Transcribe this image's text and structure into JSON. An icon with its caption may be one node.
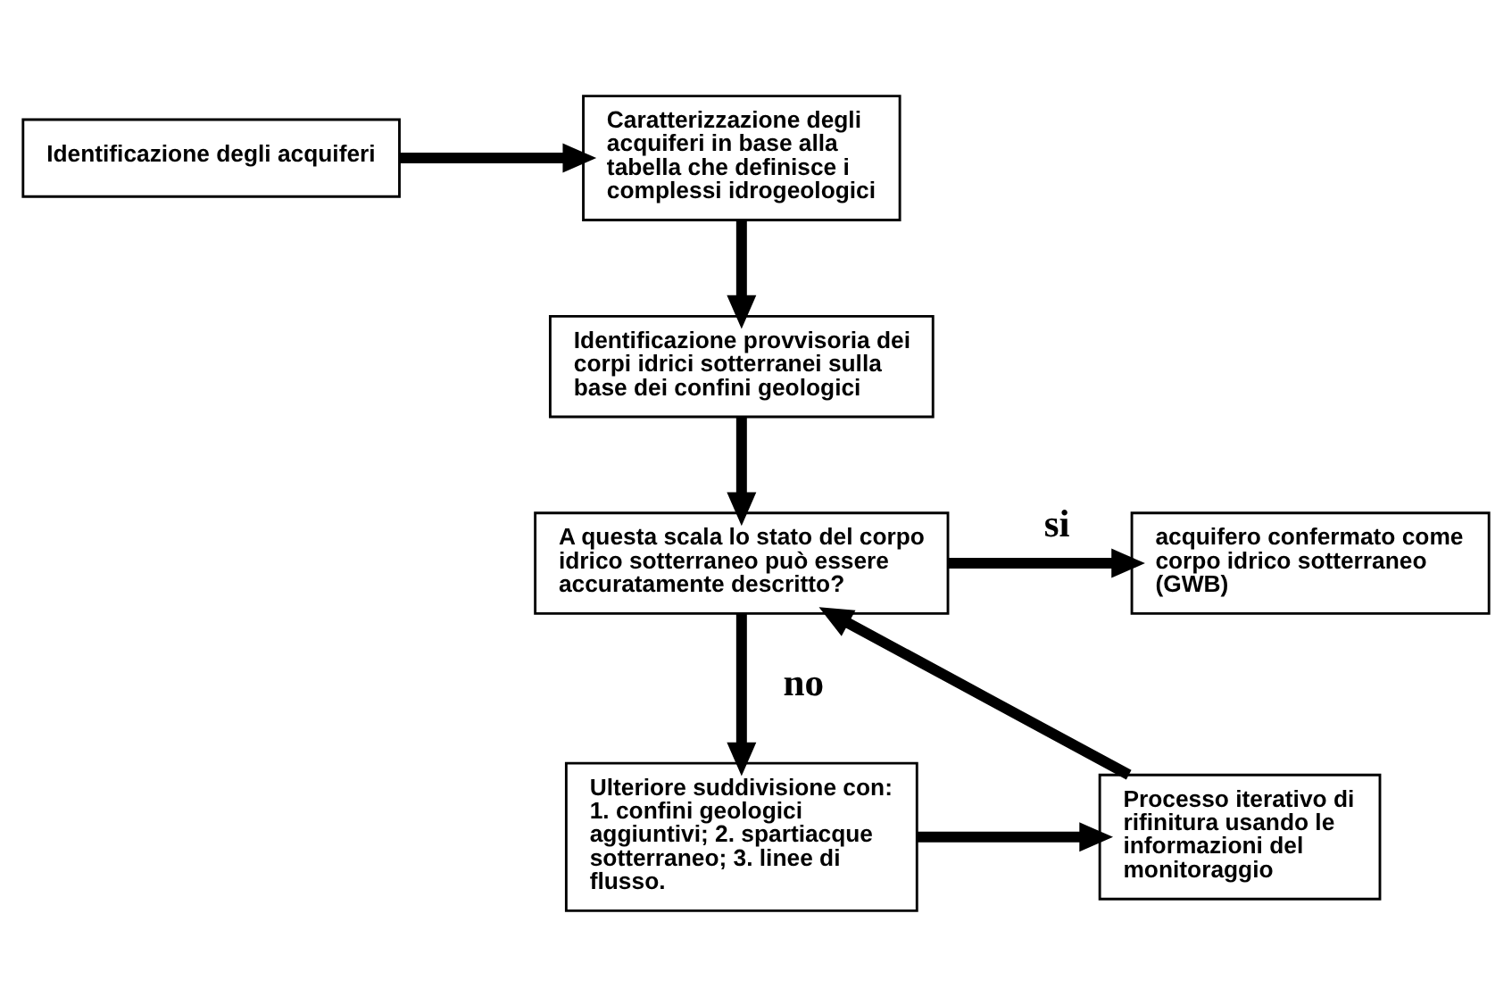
{
  "diagram": {
    "nodes": [
      {
        "text": [
          "Identificazione degli acquiferi"
        ]
      },
      {
        "text": [
          "Caratterizzazione degli acquiferi in base alla tabella che definisce i complessi idrogeologici"
        ]
      },
      {
        "text": [
          "Identificazione provvisoria dei corpi idrici sotterranei sulla base dei confini geologici"
        ]
      },
      {
        "text": [
          "A questa scala lo stato del corpo idrico sotterraneo può essere accuratamente descritto?"
        ]
      },
      {
        "text": [
          "acquifero confermato come corpo idrico sotterraneo (GWB)"
        ]
      },
      {
        "text": [
          "Ulteriore suddivisione con: 1. confini geologici aggiuntivi; 2. spartiacque sotterraneo; 3. linee di flusso."
        ]
      },
      {
        "text": [
          "Processo iterativo di rifinitura usando le informazioni del monitoraggio"
        ]
      }
    ],
    "edges": [
      {
        "from": 0,
        "to": 1,
        "arrow": "to"
      },
      {
        "from": 1,
        "to": 2,
        "arrow": "to"
      },
      {
        "from": 2,
        "to": 3,
        "arrow": "to"
      },
      {
        "from": 3,
        "to": 4,
        "arrow": "to",
        "label": "si"
      },
      {
        "from": 3,
        "to": 5,
        "arrow": "to",
        "label": "no"
      },
      {
        "from": 5,
        "to": 6,
        "arrow": "to"
      },
      {
        "from": 6,
        "to": 3,
        "arrow": "to"
      }
    ]
  }
}
